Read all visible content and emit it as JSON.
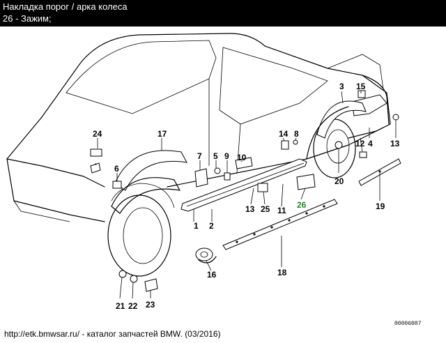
{
  "header": {
    "title": "Накладка порог / арка колеса",
    "selected_part": "26 - Зажим;"
  },
  "callouts": {
    "c1": "1",
    "c2": "2",
    "c3": "3",
    "c4": "4",
    "c5": "5",
    "c6": "6",
    "c7": "7",
    "c8": "8",
    "c9": "9",
    "c10": "10",
    "c11": "11",
    "c12": "12",
    "c13a": "13",
    "c13b": "13",
    "c14": "14",
    "c15": "15",
    "c16": "16",
    "c17": "17",
    "c18": "18",
    "c19": "19",
    "c20": "20",
    "c21": "21",
    "c22": "22",
    "c23": "23",
    "c24": "24",
    "c25": "25",
    "c26": "26"
  },
  "selected_color": "#1f8a1f",
  "footer": {
    "source": "http://etk.bmwsar.ru/ - каталог запчастей BMW. (03/2016)",
    "drawing_number": "00006087"
  }
}
